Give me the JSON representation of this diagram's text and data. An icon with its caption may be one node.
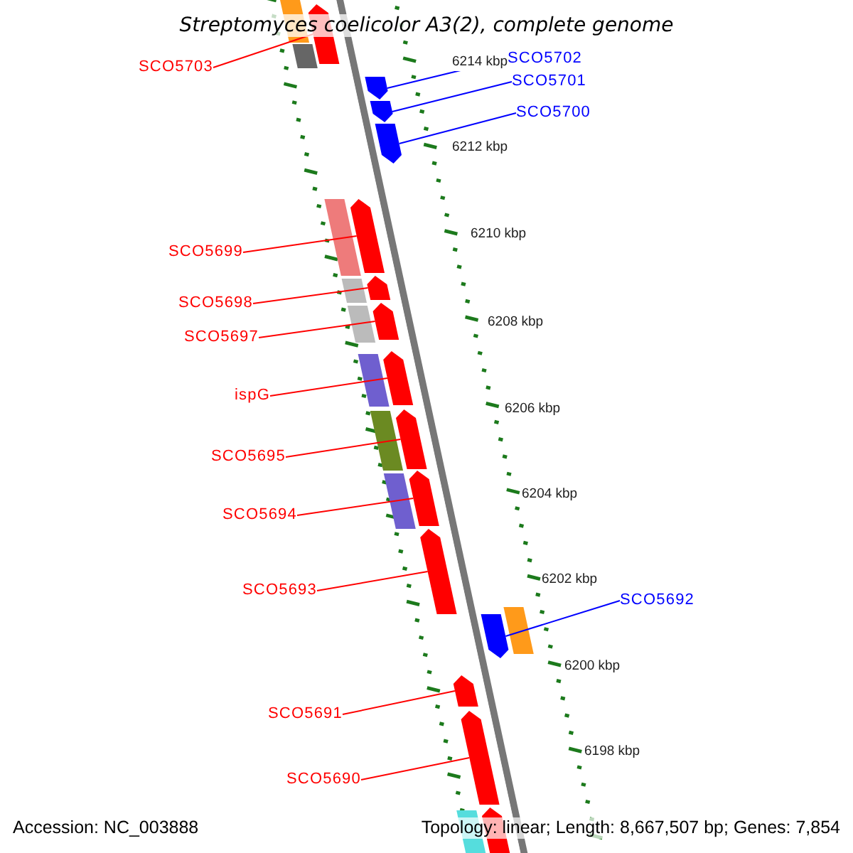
{
  "diagram": {
    "title": "Streptomyces coelicolor A3(2), complete genome",
    "nodes": [
      {
        "text": [
          "SCO5703"
        ]
      },
      {
        "text": [],
        "shape": "arrow"
      },
      {
        "text": [
          "SCO5702"
        ]
      },
      {
        "text": [],
        "shape": "arrow"
      },
      {
        "text": [
          "SCO5701"
        ]
      },
      {
        "text": [],
        "shape": "arrow"
      },
      {
        "text": [
          "SCO5700"
        ]
      },
      {
        "text": [],
        "shape": "arrow"
      },
      {
        "text": [
          "SCO5699"
        ]
      },
      {
        "text": [],
        "shape": "arrow"
      },
      {
        "text": [
          "SCO5698"
        ]
      },
      {
        "text": [],
        "shape": "arrow"
      },
      {
        "text": [
          "SCO5697"
        ]
      },
      {
        "text": [],
        "shape": "arrow"
      },
      {
        "text": [
          "ispG"
        ]
      },
      {
        "text": [],
        "shape": "arrow"
      },
      {
        "text": [
          "SCO5695"
        ]
      },
      {
        "text": [],
        "shape": "arrow"
      },
      {
        "text": [
          "SCO5694"
        ]
      },
      {
        "text": [],
        "shape": "arrow"
      },
      {
        "text": [
          "SCO5693"
        ]
      },
      {
        "text": [],
        "shape": "arrow"
      },
      {
        "text": [
          "SCO5692"
        ]
      },
      {
        "text": [],
        "shape": "arrow"
      },
      {
        "text": [
          "SCO5691"
        ]
      },
      {
        "text": [],
        "shape": "arrow"
      },
      {
        "text": [
          "SCO5690"
        ]
      },
      {
        "text": [],
        "shape": "arrow"
      },
      {
        "text": [],
        "shape": "arrow"
      }
    ],
    "edges": [
      {
        "from": 0,
        "to": 1,
        "arrow": "none"
      },
      {
        "from": 2,
        "to": 3,
        "arrow": "none",
        "color": "#0000ff"
      },
      {
        "from": 4,
        "to": 5,
        "arrow": "none",
        "color": "#0000ff"
      },
      {
        "from": 6,
        "to": 7,
        "arrow": "none",
        "color": "#0000ff"
      },
      {
        "from": 8,
        "to": 9,
        "arrow": "none"
      },
      {
        "from": 10,
        "to": 11,
        "arrow": "none"
      },
      {
        "from": 12,
        "to": 13,
        "arrow": "none"
      },
      {
        "from": 14,
        "to": 15,
        "arrow": "none"
      },
      {
        "from": 16,
        "to": 17,
        "arrow": "none"
      },
      {
        "from": 18,
        "to": 19,
        "arrow": "none"
      },
      {
        "from": 20,
        "to": 21,
        "arrow": "none"
      },
      {
        "from": 22,
        "to": 23,
        "arrow": "none",
        "color": "#0000ff"
      },
      {
        "from": 24,
        "to": 25,
        "arrow": "none"
      },
      {
        "from": 26,
        "to": 27,
        "arrow": "none"
      }
    ],
    "labels": [
      "6214 kbp",
      "6212 kbp",
      "6210 kbp",
      "6208 kbp",
      "6206 kbp",
      "6204 kbp",
      "6202 kbp",
      "6200 kbp",
      "6198 kbp",
      "Accession: NC_003888",
      "Topology: linear; Length: 8,667,507 bp; Genes: 7,854"
    ]
  }
}
